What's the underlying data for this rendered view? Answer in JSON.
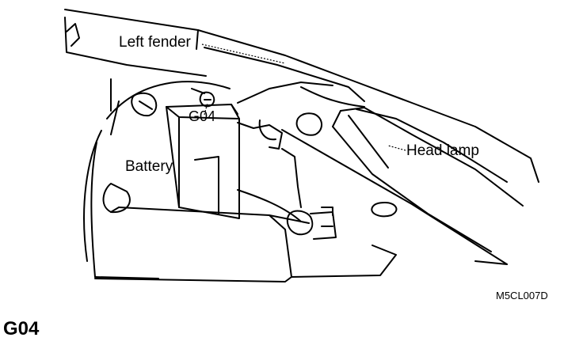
{
  "labels": {
    "left_fender": "Left fender",
    "g04": "G04",
    "battery": "Battery",
    "head_lamp": "Head lamp"
  },
  "figure_code": "M5CL007D",
  "caption": "G04"
}
